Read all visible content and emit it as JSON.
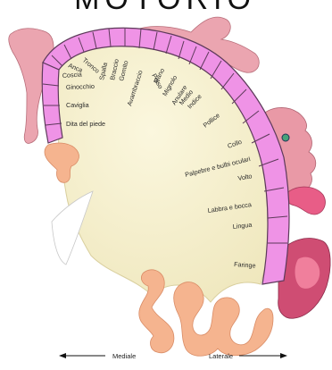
{
  "title": "MOTORIO",
  "body_parts": [
    "Anca",
    "Tronco",
    "Spalla",
    "Braccio",
    "Gomito",
    "Avambraccio",
    "Polso",
    "Mano",
    "Mignolo",
    "Anulare",
    "Medio",
    "Indice",
    "Pollice",
    "Collo",
    "Palpebre e bulbi oculari",
    "Volto",
    "Labbra e bocca",
    "Lingua",
    "Faringe",
    "Coscia",
    "Ginocchio",
    "Caviglia",
    "Dita del piede"
  ],
  "axis": {
    "medial": "Mediale",
    "lateral": "Laterale"
  },
  "colors": {
    "cortex": "#f3eecb",
    "strip": "#ef93e6",
    "strip_line": "#5d3a5a",
    "skin": "#e9a3ad",
    "skin_dark": "#c57480",
    "orange": "#f5b48f",
    "red": "#c84a68"
  }
}
